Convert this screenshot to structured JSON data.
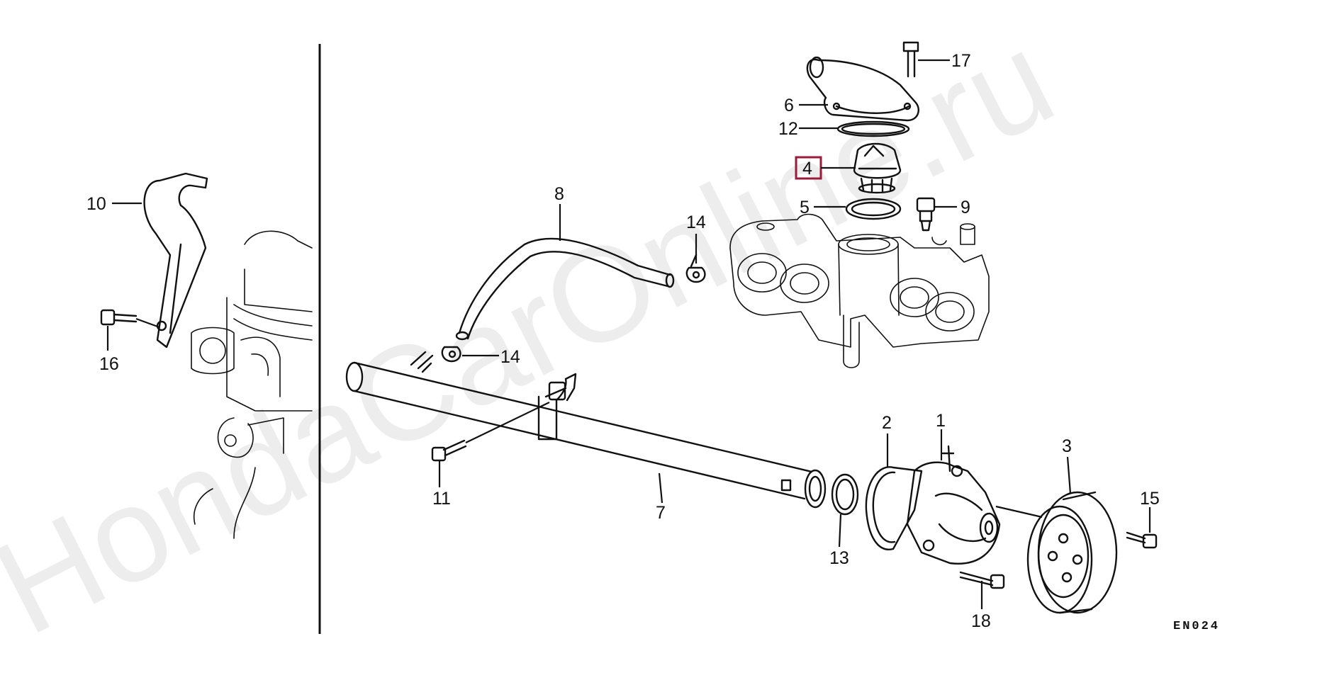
{
  "diagram": {
    "code": "EN024",
    "watermark": "HondaCarOnline.ru",
    "highlight_color": "#9b1b3a",
    "callouts": {
      "c1": "1",
      "c2": "2",
      "c3": "3",
      "c4": "4",
      "c5": "5",
      "c6": "6",
      "c7": "7",
      "c8": "8",
      "c9": "9",
      "c10": "10",
      "c11": "11",
      "c12": "12",
      "c13": "13",
      "c14a": "14",
      "c14b": "14",
      "c15": "15",
      "c16": "16",
      "c17": "17",
      "c18": "18"
    }
  }
}
